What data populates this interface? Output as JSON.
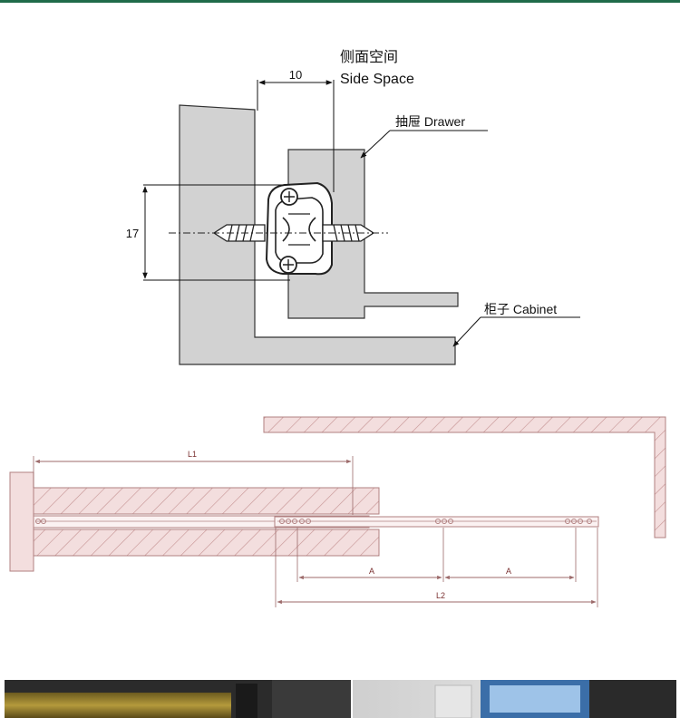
{
  "side_view": {
    "side_space_cn": "侧面空间",
    "side_space_en": "Side Space",
    "side_space_value": "10",
    "height_value": "17",
    "drawer_label": "抽屉 Drawer",
    "cabinet_label": "柜子 Cabinet"
  },
  "length_view": {
    "l1_label": "L1",
    "l2_label": "L2",
    "a_label_1": "A",
    "a_label_2": "A"
  },
  "colors": {
    "topbar": "#1f6b4a",
    "panel_gray": "#d2d2d2",
    "outline": "#333333",
    "hatch_fill": "#f3dede",
    "hatch_line": "#c59292",
    "dim_line": "#9c6a6a"
  }
}
